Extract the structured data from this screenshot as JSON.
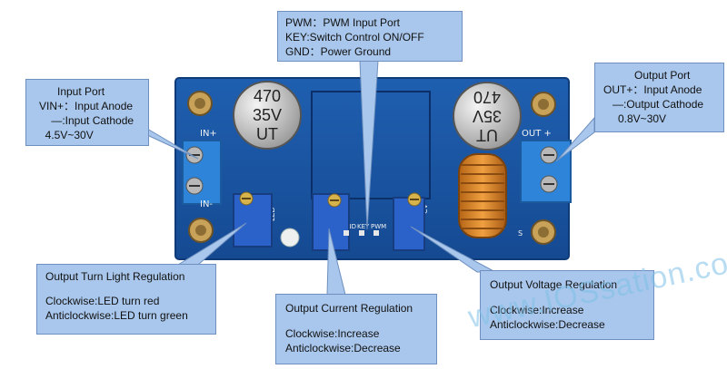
{
  "board": {
    "cap_left_text": [
      "470",
      "35V",
      "UT"
    ],
    "cap_right_text": [
      "UT",
      "35V",
      "470"
    ],
    "silk_in": "IN+",
    "silk_in_minus": "IN-",
    "silk_out": "OUT +",
    "silk_led": "LED",
    "silk_gnd": "GND",
    "silk_key": "KEY",
    "silk_pwm": "PWM",
    "silk_cc": "CC",
    "silk_cv": "CV",
    "silk_s": "S"
  },
  "callouts": {
    "input_port": [
      "Input Port",
      "VIN+：Input Anode",
      "    —:Input Cathode",
      "  4.5V~30V"
    ],
    "pwm": [
      "PWM：PWM Input Port",
      "KEY:Switch Control ON/OFF",
      "GND：Power Ground"
    ],
    "output_port": [
      "Output Port",
      "OUT+：Input Anode",
      "   —:Output Cathode",
      "0.8V~30V"
    ],
    "turn_light": [
      "Output Turn Light Regulation",
      "",
      "Clockwise:LED turn red",
      "Anticlockwise:LED turn green"
    ],
    "current": [
      "Output Current Regulation",
      "",
      "Clockwise:Increase",
      "Anticlockwise:Decrease"
    ],
    "voltage": [
      "Output Voltage Regulation",
      "",
      "Clockwise:Increase",
      "Anticlockwise:Decrease"
    ]
  },
  "watermark": "www.IOSsation.com"
}
